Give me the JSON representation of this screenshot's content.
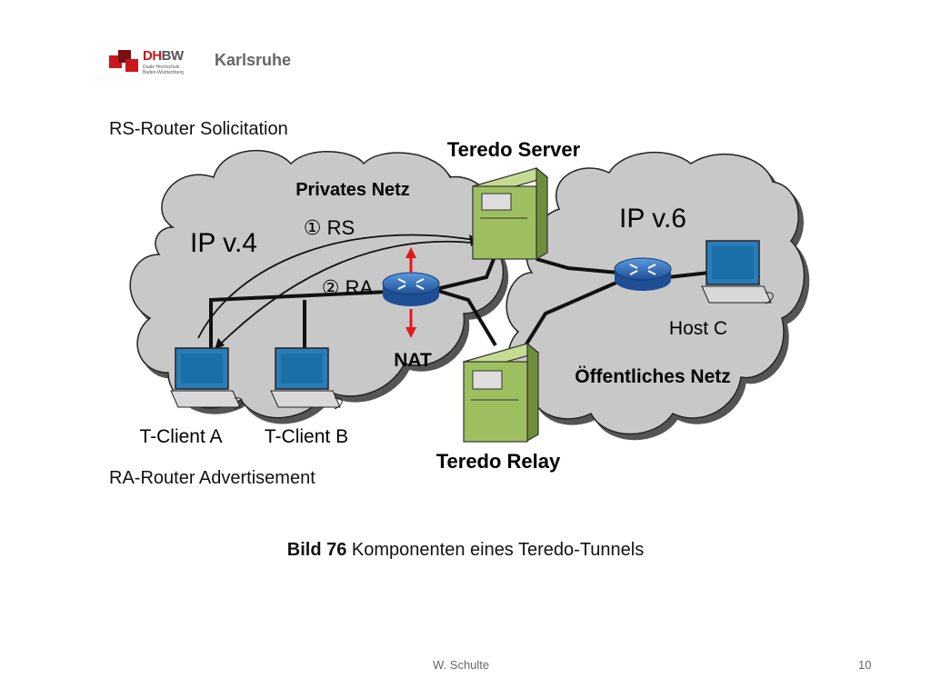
{
  "header": {
    "logo_dh": "DH",
    "logo_bw": "BW",
    "logo_subtitle_line1": "Duale Hochschule",
    "logo_subtitle_line2": "Baden-Württemberg",
    "city": "Karlsruhe"
  },
  "notes": {
    "rs": "RS-Router Solicitation",
    "ra": "RA-Router Advertisement"
  },
  "diagram": {
    "teredo_server": "Teredo Server",
    "private_net": "Privates Netz",
    "ipv4": "IP v.4",
    "ipv6": "IP v.6",
    "step1": "① RS",
    "step2": "② RA",
    "nat": "NAT",
    "host_c": "Host C",
    "public_net": "Öffentliches Netz",
    "client_a": "T-Client A",
    "client_b": "T-Client B",
    "teredo_relay": "Teredo Relay",
    "colors": {
      "cloud": "#c8c8c8",
      "server": "#9ebf5f",
      "router": "#2d6db5",
      "nat_arrow": "#e8141b",
      "monitor": "#1a6fa8"
    }
  },
  "caption": {
    "bold": "Bild 76",
    "text": " Komponenten eines Teredo-Tunnels"
  },
  "footer": {
    "author": "W. Schulte",
    "page": "10"
  }
}
